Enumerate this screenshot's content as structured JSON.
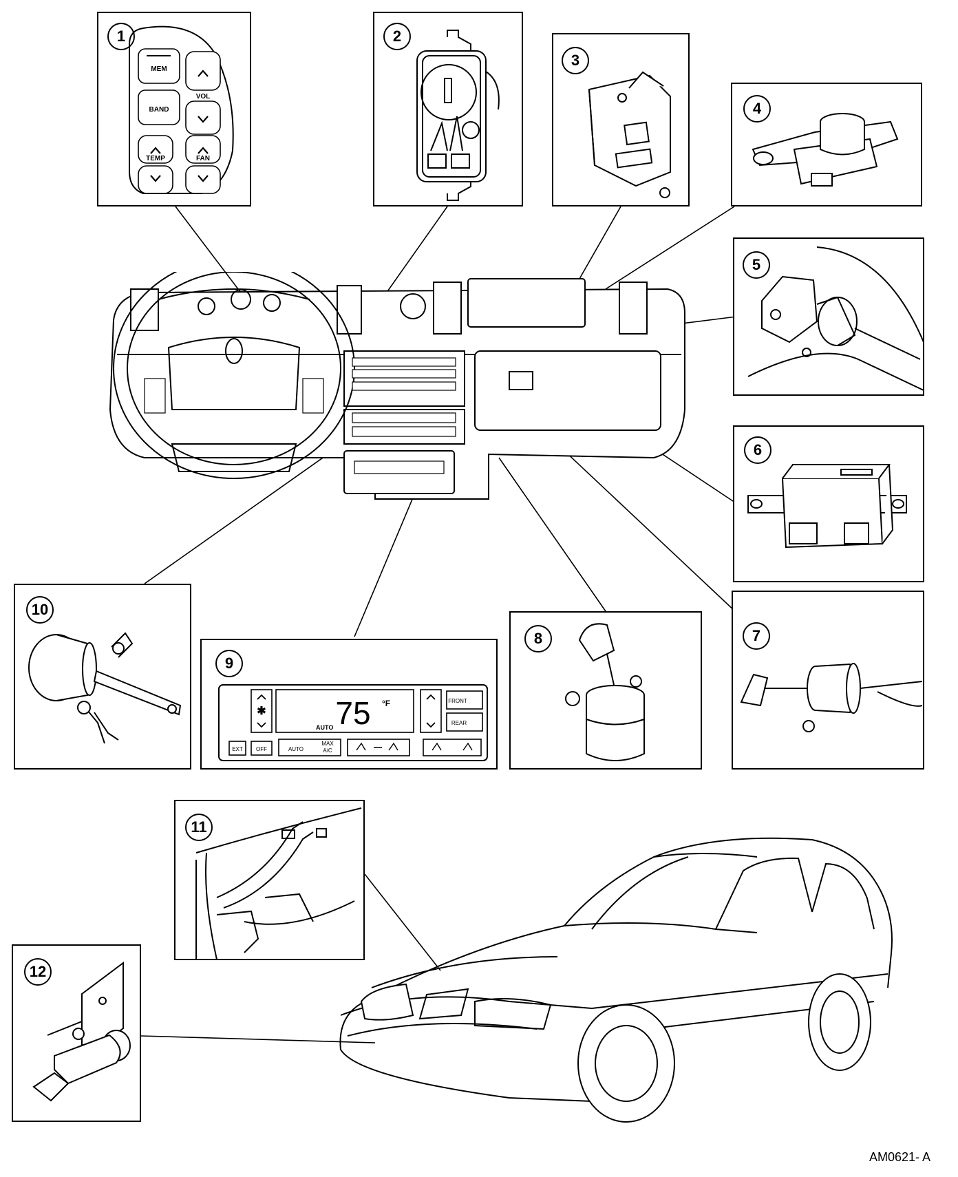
{
  "callouts": [
    "1",
    "2",
    "3",
    "4",
    "5",
    "6",
    "7",
    "8",
    "9",
    "10",
    "11",
    "12"
  ],
  "control_panel": {
    "mem": "MEM",
    "band": "BAND",
    "vol": "VOL",
    "temp": "TEMP",
    "fan": "FAN"
  },
  "climate_display": {
    "temp": "75",
    "unit": "°F",
    "mode": "AUTO",
    "buttons": [
      "EXT",
      "OFF",
      "AUTO",
      "MAX\nA/C"
    ],
    "front": "FRONT",
    "rear": "REAR"
  },
  "figure_code": "AM0621- A"
}
